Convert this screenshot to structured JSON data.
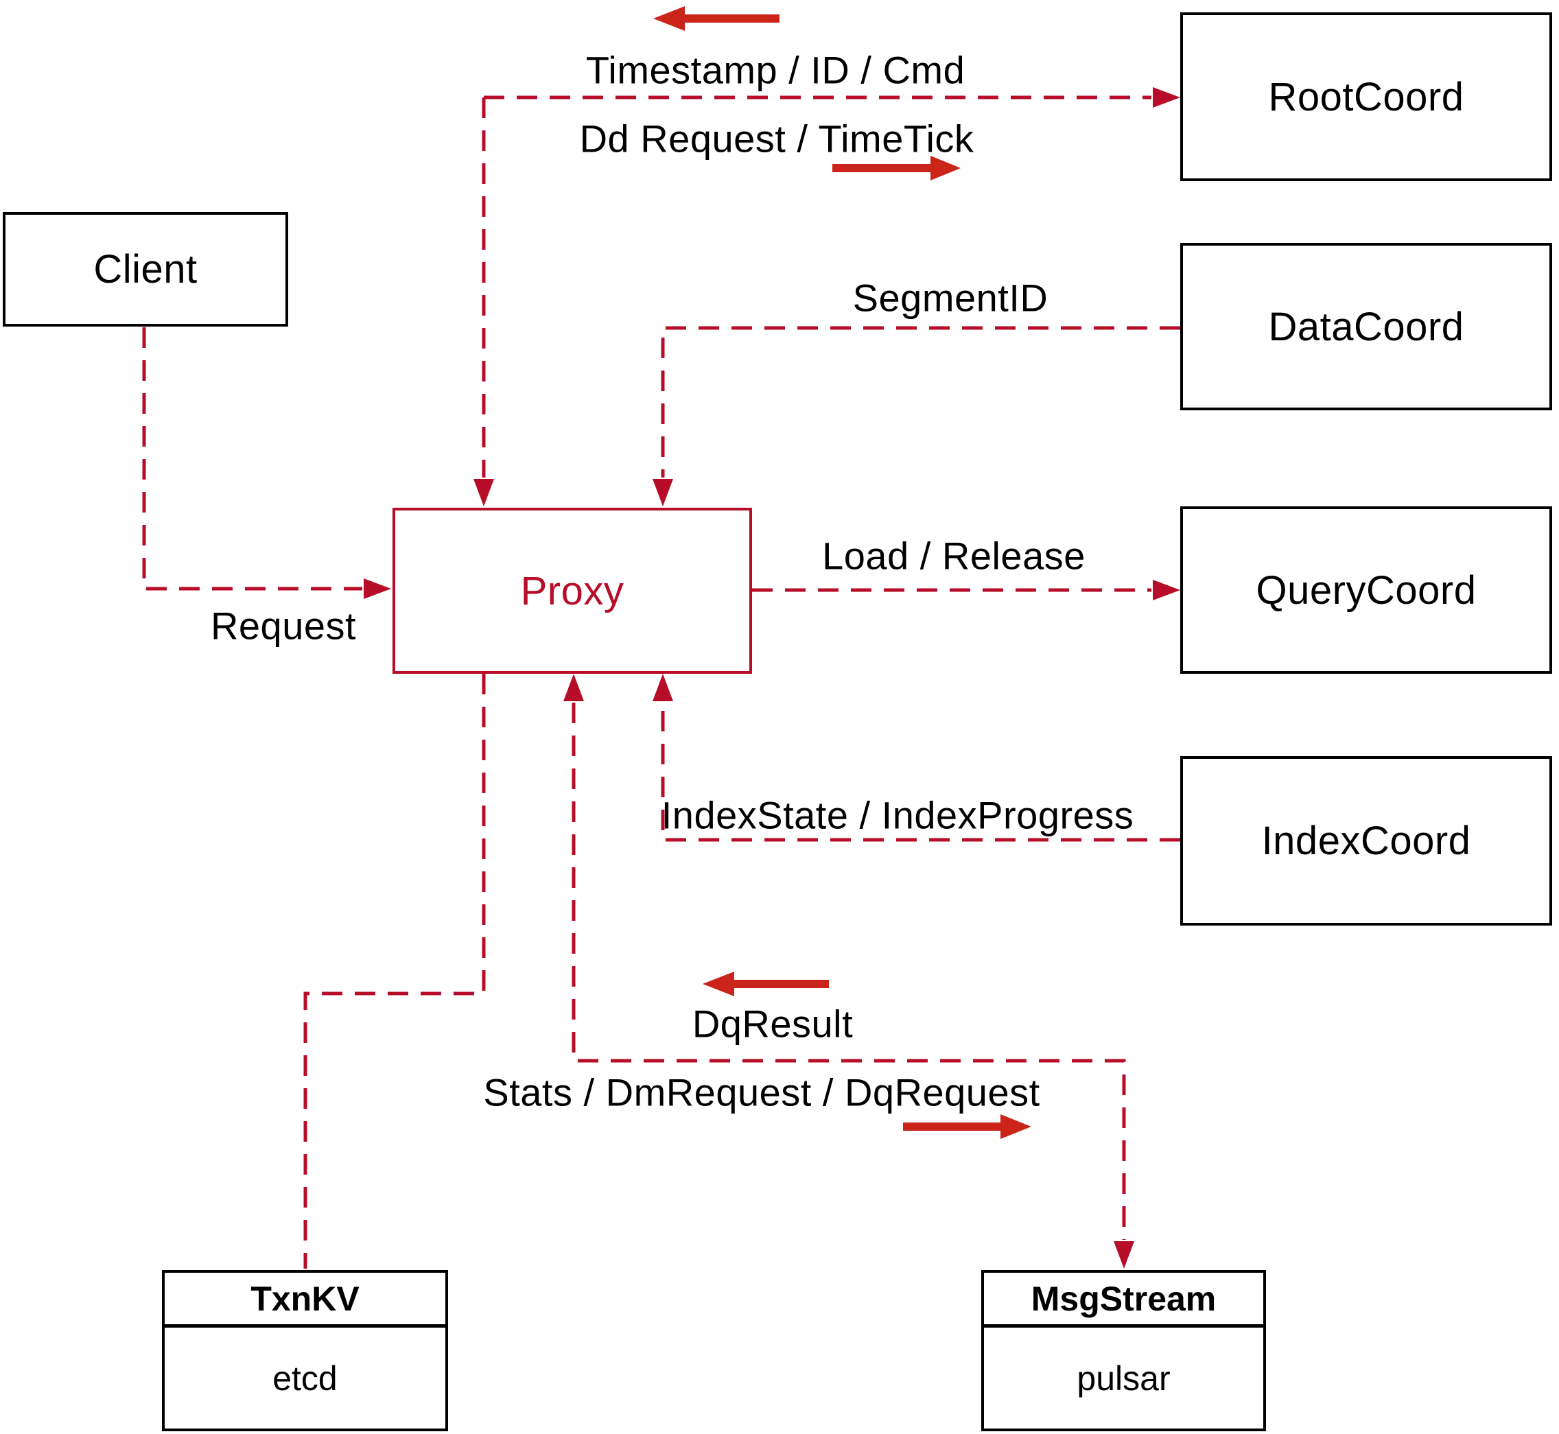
{
  "colors": {
    "dashed_line": "#b70d28",
    "solid_arrow": "#cb2418",
    "box_border": "#000000",
    "text": "#000000"
  },
  "nodes": {
    "client": {
      "label": "Client"
    },
    "proxy": {
      "label": "Proxy"
    },
    "root_coord": {
      "label": "RootCoord"
    },
    "data_coord": {
      "label": "DataCoord"
    },
    "query_coord": {
      "label": "QueryCoord"
    },
    "index_coord": {
      "label": "IndexCoord"
    },
    "txn_kv": {
      "title": "TxnKV",
      "impl": "etcd"
    },
    "msg_stream": {
      "title": "MsgStream",
      "impl": "pulsar"
    }
  },
  "edge_labels": {
    "timestamp_id_cmd": "Timestamp / ID / Cmd",
    "dd_request_timetick": "Dd Request / TimeTick",
    "request": "Request",
    "segment_id": "SegmentID",
    "load_release": "Load / Release",
    "index_state_progress": "IndexState / IndexProgress",
    "dq_result": "DqResult",
    "stats_dm_dq": "Stats / DmRequest / DqRequest"
  }
}
